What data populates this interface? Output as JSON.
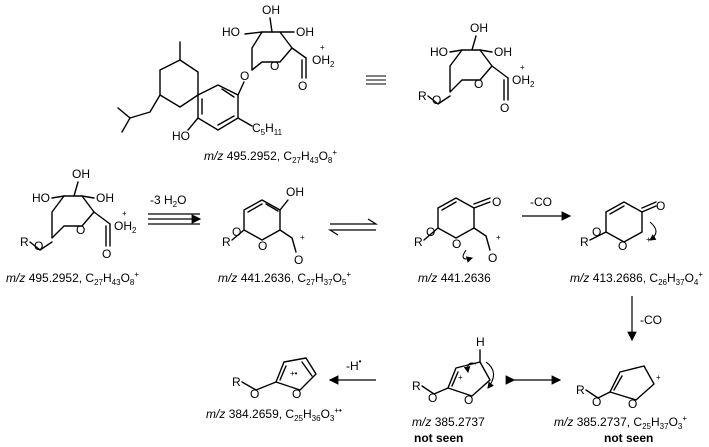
{
  "atoms": {
    "ho": "HO",
    "oh": "OH",
    "o": "O",
    "r": "R",
    "plus": "+",
    "oh2": "OH",
    "oh2_sub": "2",
    "c5": "C",
    "c5_sub": "H",
    "c5_n": "5",
    "c5_m": "11",
    "h": "H"
  },
  "captions": [
    {
      "mz": "m/z",
      "value": "495.2952, C",
      "f1": "27",
      "f2": "H",
      "f3": "43",
      "f4": "O",
      "f5": "8",
      "charge": "+"
    },
    {
      "mz": "m/z",
      "value": "495.2952, C",
      "f1": "27",
      "f2": "H",
      "f3": "43",
      "f4": "O",
      "f5": "8",
      "charge": "+"
    },
    {
      "mz": "m/z",
      "value": "441.2636, C",
      "f1": "27",
      "f2": "H",
      "f3": "37",
      "f4": "O",
      "f5": "5",
      "charge": "+"
    },
    {
      "mz": "m/z",
      "value": "441.2636",
      "f1": "",
      "f2": "",
      "f3": "",
      "f4": "",
      "f5": "",
      "charge": ""
    },
    {
      "mz": "m/z",
      "value": "413.2686, C",
      "f1": "26",
      "f2": "H",
      "f3": "37",
      "f4": "O",
      "f5": "4",
      "charge": "+"
    },
    {
      "mz": "m/z",
      "value": "385.2737, C",
      "f1": "25",
      "f2": "H",
      "f3": "37",
      "f4": "O",
      "f5": "3",
      "charge": "+"
    },
    {
      "mz": "m/z",
      "value": "385.2737",
      "f1": "",
      "f2": "",
      "f3": "",
      "f4": "",
      "f5": "",
      "charge": ""
    },
    {
      "mz": "m/z",
      "value": "384.2659, C",
      "f1": "25",
      "f2": "H",
      "f3": "36",
      "f4": "O",
      "f5": "3",
      "charge": "+•"
    }
  ],
  "notes": {
    "not_seen": "not seen"
  },
  "arrows": {
    "minus_water": "-3 H",
    "minus_water_sub": "2",
    "minus_water_o": "O",
    "minus_co": "-CO",
    "minus_h": "-H",
    "minus_h_dot": "•"
  }
}
